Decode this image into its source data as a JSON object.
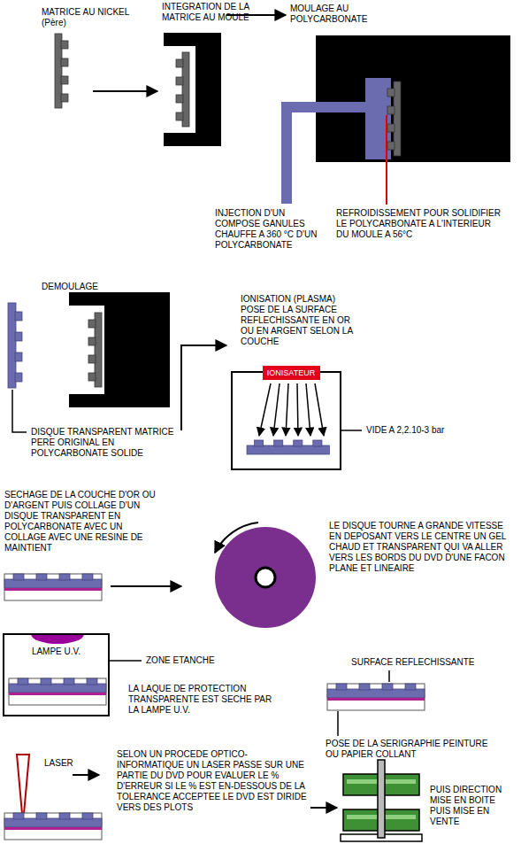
{
  "diagram": {
    "nodes": [
      {
        "text": [
          "IONISATEUR"
        ]
      },
      {
        "text": [
          "LAMPE U.V."
        ]
      }
    ],
    "labels": [
      "MATRICE AU NICKEL (Père)",
      "INTEGRATION DE LA MATRICE AU MOULE",
      "MOULAGE AU POLYCARBONATE",
      "INJECTION D'UN COMPOSE GANULES CHAUFFE A 360 °C D'UN POLYCARBONATE",
      "REFROIDISSEMENT POUR SOLIDIFIER LE POLYCARBONATE A L'INTERIEUR DU MOULE A 56°C",
      "DEMOULAGE",
      "IONISATION (PLASMA) POSE DE LA SURFACE REFLECHISSANTE EN OR OU EN ARGENT SELON LA COUCHE",
      "DISQUE TRANSPARENT MATRICE PERE ORIGINAL EN POLYCARBONATE SOLIDE",
      "VIDE A 2,2.10-3 bar",
      "SECHAGE DE LA COUCHE D'OR OU D'ARGENT PUIS COLLAGE D'UN DISQUE TRANSPARENT EN POLYCARBONATE AVEC UN COLLAGE AVEC UNE RESINE DE MAINTIENT",
      "LE DISQUE TOURNE A GRANDE VITESSE EN DEPOSANT VERS LE CENTRE UN GEL CHAUD ET TRANSPARENT QUI VA ALLER VERS LES BORDS DU DVD D'UNE FACON PLANE ET LINEAIRE",
      "ZONE ETANCHE",
      "LA LAQUE DE PROTECTION TRANSPARENTE EST SECHE PAR LA LAMPE U.V.",
      "SURFACE REFLECHISSANTE",
      "POSE DE LA SERIGRAPHIE PEINTURE OU PAPIER COLLANT",
      "LASER",
      "SELON UN PROCEDE OPTICO-INFORMATIQUE UN LASER PASSE SUR UNE PARTIE DU DVD POUR EVALUER LE % D'ERREUR SI LE % EST EN-DESSOUS DE LA TOLERANCE ACCEPTEE LE DVD EST DIRIDE VERS DES PLOTS",
      "PUIS DIRECTION MISE EN BOITE PUIS MISE EN VENTE"
    ]
  }
}
